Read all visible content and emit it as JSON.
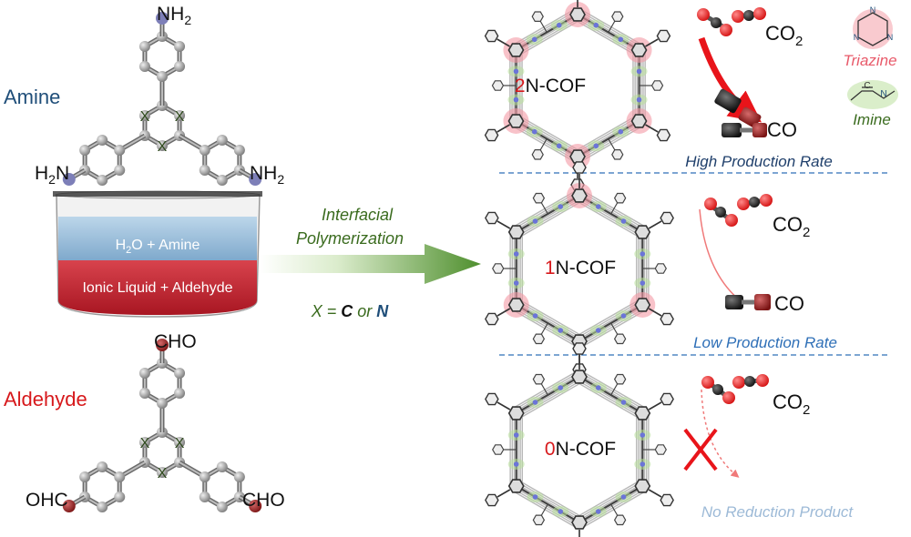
{
  "left": {
    "amine_label": "Amine",
    "aldehyde_label": "Aldehyde",
    "nh2_top": "NH",
    "nh2_left": "H",
    "nh2_left_n": "N",
    "nh2_right": "NH",
    "sub2": "2",
    "cho_top": "CHO",
    "cho_left": "OHC",
    "cho_right": "CHO",
    "x_atom": "X",
    "beaker_top_prefix": "H",
    "beaker_top_sub": "2",
    "beaker_top_suffix": "O + Amine",
    "beaker_bottom": "Ionic Liquid + Aldehyde"
  },
  "middle": {
    "line1": "Interfacial",
    "line2": "Polymerization",
    "x_prefix": "X = ",
    "x_c": "C",
    "x_or": " or ",
    "x_n": "N"
  },
  "panels": [
    {
      "num": "2",
      "suffix": "N-COF",
      "rate": "High Production Rate",
      "co2": "CO",
      "co2_sub": "2",
      "co": "CO"
    },
    {
      "num": "1",
      "suffix": "N-COF",
      "rate": "Low Production Rate",
      "co2": "CO",
      "co2_sub": "2",
      "co": "CO"
    },
    {
      "num": "0",
      "suffix": "N-COF",
      "rate": "No Reduction Product",
      "co2": "CO",
      "co2_sub": "2"
    }
  ],
  "legend": {
    "triazine": "Triazine",
    "imine": "Imine",
    "c_atom": "C",
    "n_atom": "N"
  },
  "colors": {
    "amine": "#1f4e79",
    "aldehyde": "#d7191c",
    "triazine": "#e85a6a",
    "imine": "#3a6b1e",
    "rate_high": "#1f3f6b",
    "rate_low": "#2e6fb7",
    "rate_none": "#9dbad7",
    "arrow_green": "#5b9a3a",
    "red_arrow": "#e8141a"
  }
}
